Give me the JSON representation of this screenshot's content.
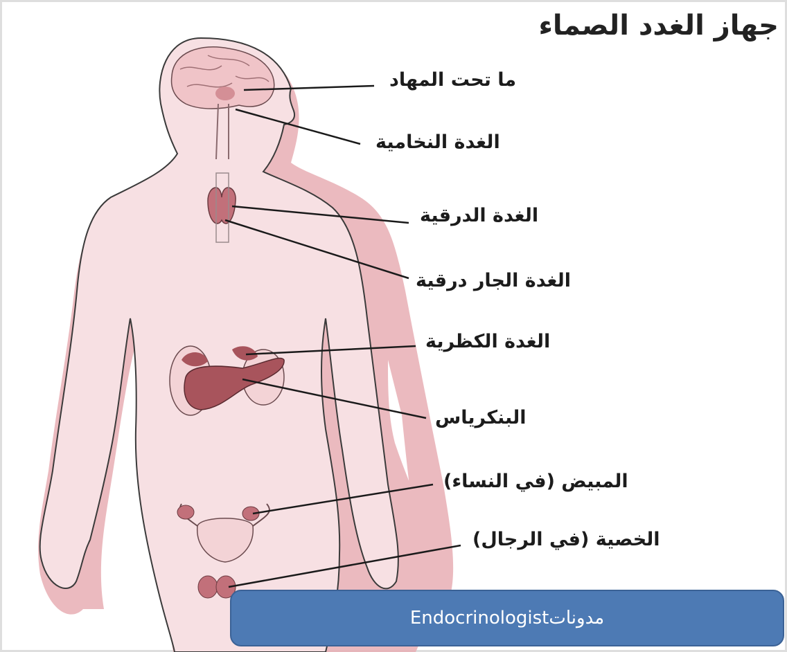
{
  "title": "جهاز الغدد الصماء",
  "labels": {
    "hypothalamus": "ما تحت المهاد",
    "pituitary": "الغدة النخامية",
    "thyroid": "الغدة الدرقية",
    "parathyroid": "الغدة الجار درقية",
    "adrenal": "الغدة الكظرية",
    "pancreas": "البنكرياس",
    "ovary": "المبيض (في النساء)",
    "testis": "الخصية (في الرجال)"
  },
  "caption": "Endocrinologistمدونات",
  "colors": {
    "skin": "#f6dfe2",
    "shadow": "#e4a7ae",
    "gland": "#a8545c",
    "outline": "#3a3a3a",
    "caption_bg": "#4d7ab4"
  }
}
